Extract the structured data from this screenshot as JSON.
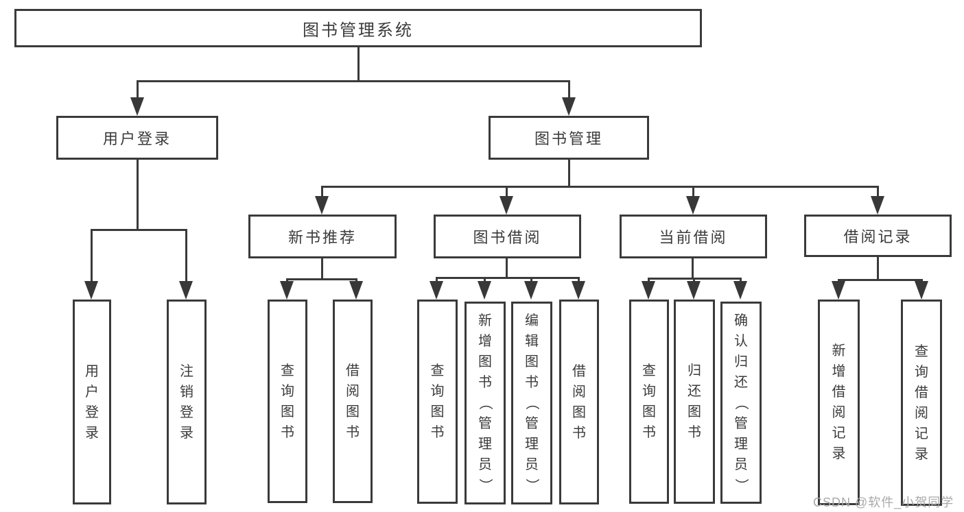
{
  "diagram": {
    "root": "图书管理系统",
    "branches": {
      "user_login": {
        "label": "用户登录",
        "children": {
          "login": "用户登录",
          "logout": "注销登录"
        }
      },
      "book_management": {
        "label": "图书管理",
        "children": {
          "new_books": {
            "label": "新书推荐",
            "children": {
              "query": "查询图书",
              "borrow": "借阅图书"
            }
          },
          "book_borrow": {
            "label": "图书借阅",
            "children": {
              "query": "查询图书",
              "add": "新增图书（管理员）",
              "edit": "编辑图书（管理员）",
              "borrow": "借阅图书"
            }
          },
          "current_borrow": {
            "label": "当前借阅",
            "children": {
              "query": "查询图书",
              "return": "归还图书",
              "confirm": "确认归还（管理员）"
            }
          },
          "borrow_records": {
            "label": "借阅记录",
            "children": {
              "add": "新增借阅记录",
              "query": "查询借阅记录"
            }
          }
        }
      }
    },
    "colors": {
      "line": "#3a3a3a",
      "text": "#3b3b3b",
      "background": "#ffffff",
      "watermark": "#a9a9a9"
    },
    "watermark": "CSDN @软件_小贺同学"
  }
}
